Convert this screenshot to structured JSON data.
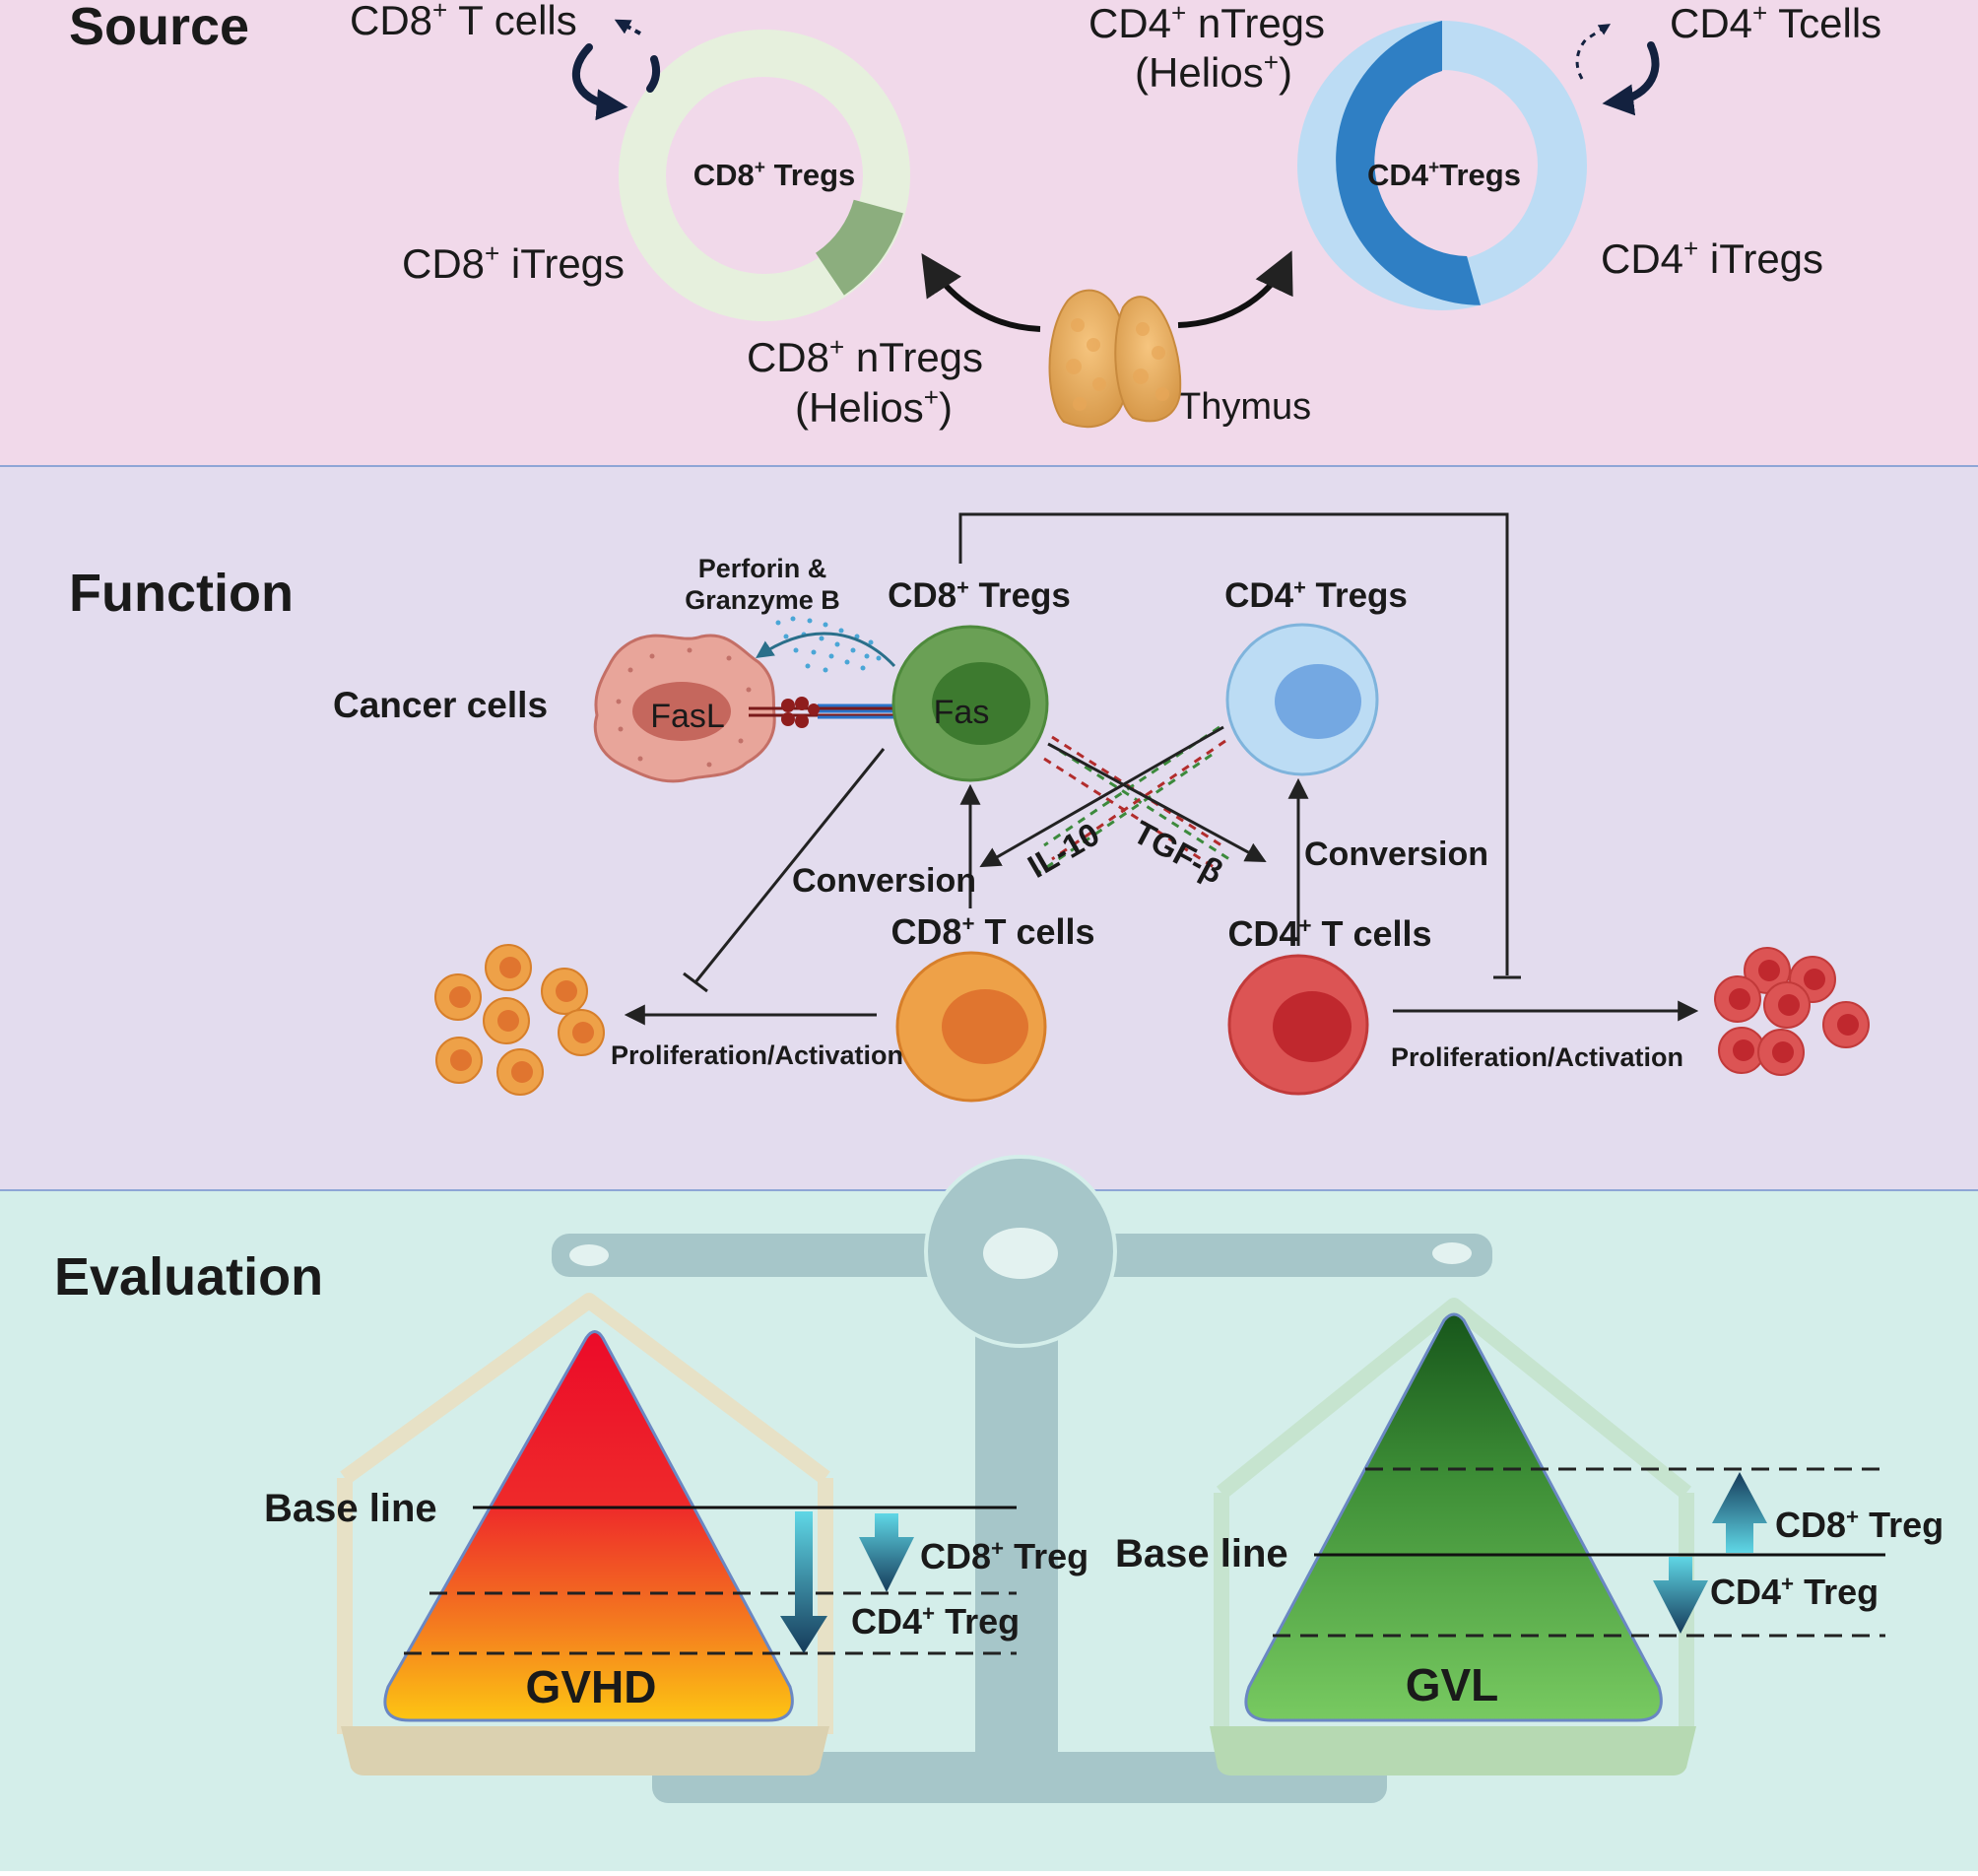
{
  "panels": {
    "source": {
      "title": "Source"
    },
    "function": {
      "title": "Function"
    },
    "evaluation": {
      "title": "Evaluation"
    }
  },
  "source": {
    "cd8_ring_label": {
      "pre": "CD8",
      "sup": "+",
      "post": " Tregs"
    },
    "cd4_ring_label": {
      "pre": "CD4",
      "sup": "+",
      "post": "Tregs"
    },
    "cd8_tcells": {
      "pre": "CD8",
      "sup": "+",
      "post": " T cells"
    },
    "cd8_itregs": {
      "pre": "CD8",
      "sup": "+",
      "post": " iTregs"
    },
    "cd8_ntregs": {
      "pre": "CD8",
      "sup": "+",
      "post": " nTregs"
    },
    "cd8_helios": {
      "pre": "(Helios",
      "sup": "+",
      "post": ")"
    },
    "cd4_ntregs": {
      "pre": "CD4",
      "sup": "+",
      "post": " nTregs"
    },
    "cd4_helios": {
      "pre": "(Helios",
      "sup": "+",
      "post": ")"
    },
    "cd4_tcells": {
      "pre": "CD4",
      "sup": "+",
      "post": " Tcells"
    },
    "cd4_itregs": {
      "pre": "CD4",
      "sup": "+",
      "post": " iTregs"
    },
    "thymus": "Thymus",
    "colors": {
      "cd8_light": "#e6f0dd",
      "cd8_dark": "#8cae7e",
      "cd4_dark": "#2f7fc4",
      "cd4_light": "#bcdcf4"
    }
  },
  "function": {
    "perforin_line1": "Perforin &",
    "perforin_line2": "Granzyme B",
    "cd8_tregs": {
      "pre": "CD8",
      "sup": "+",
      "post": " Tregs"
    },
    "cd4_tregs": {
      "pre": "CD4",
      "sup": "+",
      "post": " Tregs"
    },
    "cancer_cells": "Cancer cells",
    "fasl": "FasL",
    "fas": "Fas",
    "il10": "IL-10",
    "tgfb": "TGF-β",
    "conversion_left": "Conversion",
    "conversion_right": "Conversion",
    "cd8_tcells": {
      "pre": "CD8",
      "sup": "+",
      "post": " T cells"
    },
    "cd4_tcells": {
      "pre": "CD4",
      "sup": "+",
      "post": " T cells"
    },
    "prolif_left": "Proliferation/Activation",
    "prolif_right": "Proliferation/Activation"
  },
  "evaluation": {
    "left_baseline": "Base  line",
    "right_baseline": "Base  line",
    "gvhd": "GVHD",
    "gvl": "GVL",
    "left_cd8_treg": {
      "pre": "CD8",
      "sup": "+",
      "post": " Treg"
    },
    "left_cd4_treg": {
      "pre": "CD4",
      "sup": "+",
      "post": " Treg"
    },
    "right_cd8_treg": {
      "pre": "CD8",
      "sup": "+",
      "post": " Treg"
    },
    "right_cd4_treg": {
      "pre": "CD4",
      "sup": "+",
      "post": " Treg"
    }
  }
}
